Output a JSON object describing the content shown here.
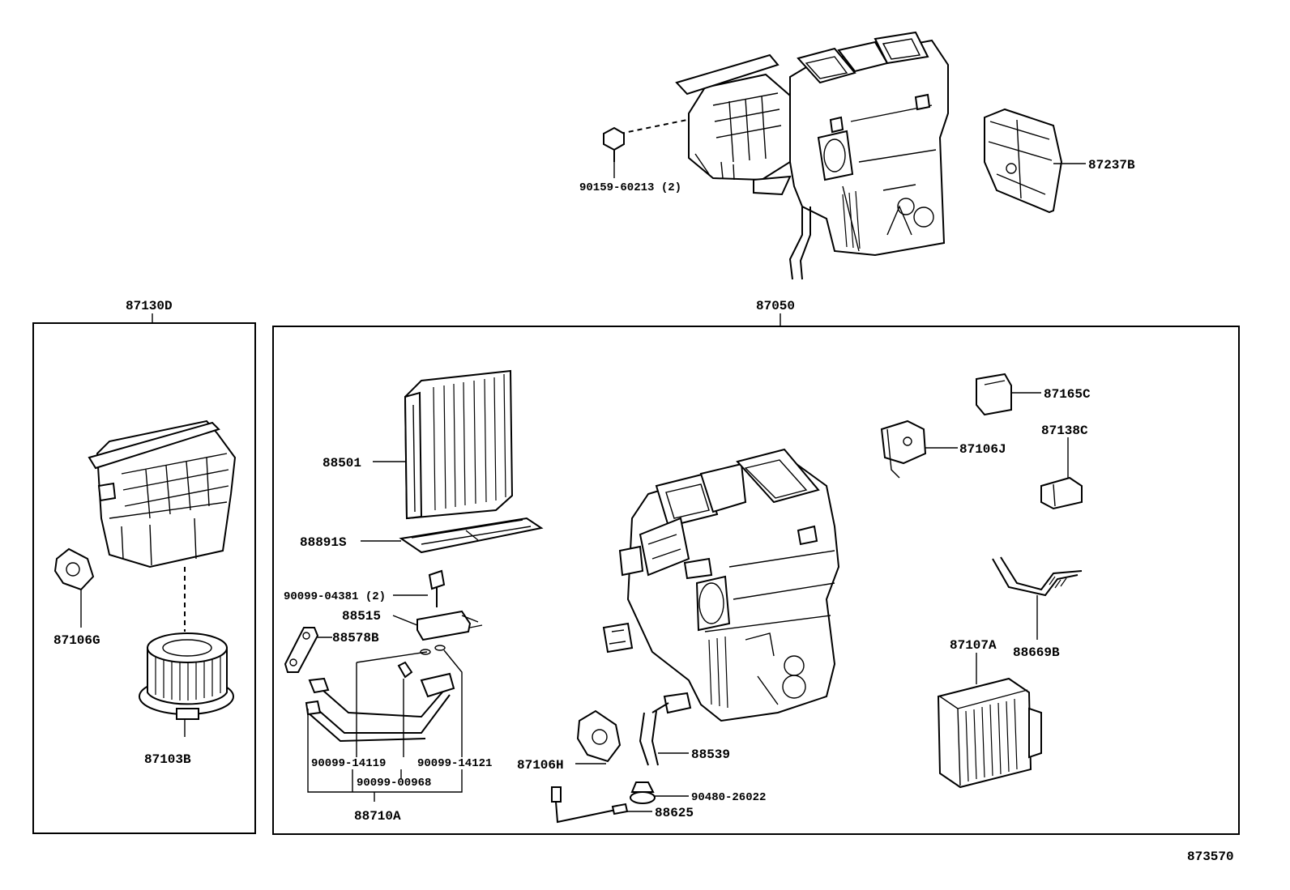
{
  "diagram": {
    "labels": {
      "p_90159": "90159-60213 (2)",
      "p_87237B": "87237B",
      "p_87130D": "87130D",
      "p_87050": "87050",
      "p_87106G": "87106G",
      "p_87103B": "87103B",
      "p_88501": "88501",
      "p_88891S": "88891S",
      "p_90099_04381": "90099-04381 (2)",
      "p_88515": "88515",
      "p_88578B": "88578B",
      "p_90099_14119": "90099-14119",
      "p_90099_14121": "90099-14121",
      "p_90099_00968": "90099-00968",
      "p_88710A": "88710A",
      "p_87106H": "87106H",
      "p_88539": "88539",
      "p_90480_26022": "90480-26022",
      "p_88625": "88625",
      "p_87165C": "87165C",
      "p_87106J": "87106J",
      "p_87138C": "87138C",
      "p_87107A": "87107A",
      "p_88669B": "88669B",
      "p_873570": "873570"
    }
  }
}
